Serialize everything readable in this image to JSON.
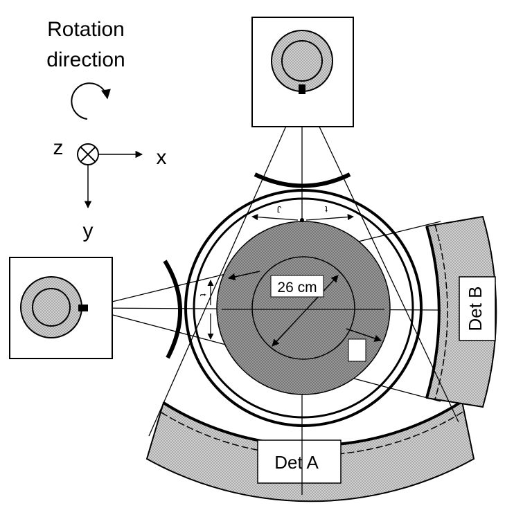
{
  "labels": {
    "rotation_line1": "Rotation",
    "rotation_line2": "direction",
    "axis_z": "z",
    "axis_x": "x",
    "axis_y": "y",
    "diameter": "26 cm",
    "detector_a": "Det A",
    "detector_b": "Det B",
    "tick_top_left": "J",
    "tick_top_right": "t",
    "tick_left": "t"
  },
  "colors": {
    "line": "#000000",
    "phantom_fill": "#8c8c8c",
    "tube_fill": "#c8c8c8",
    "detector_fill": "#bdbdbd",
    "background": "#ffffff"
  }
}
